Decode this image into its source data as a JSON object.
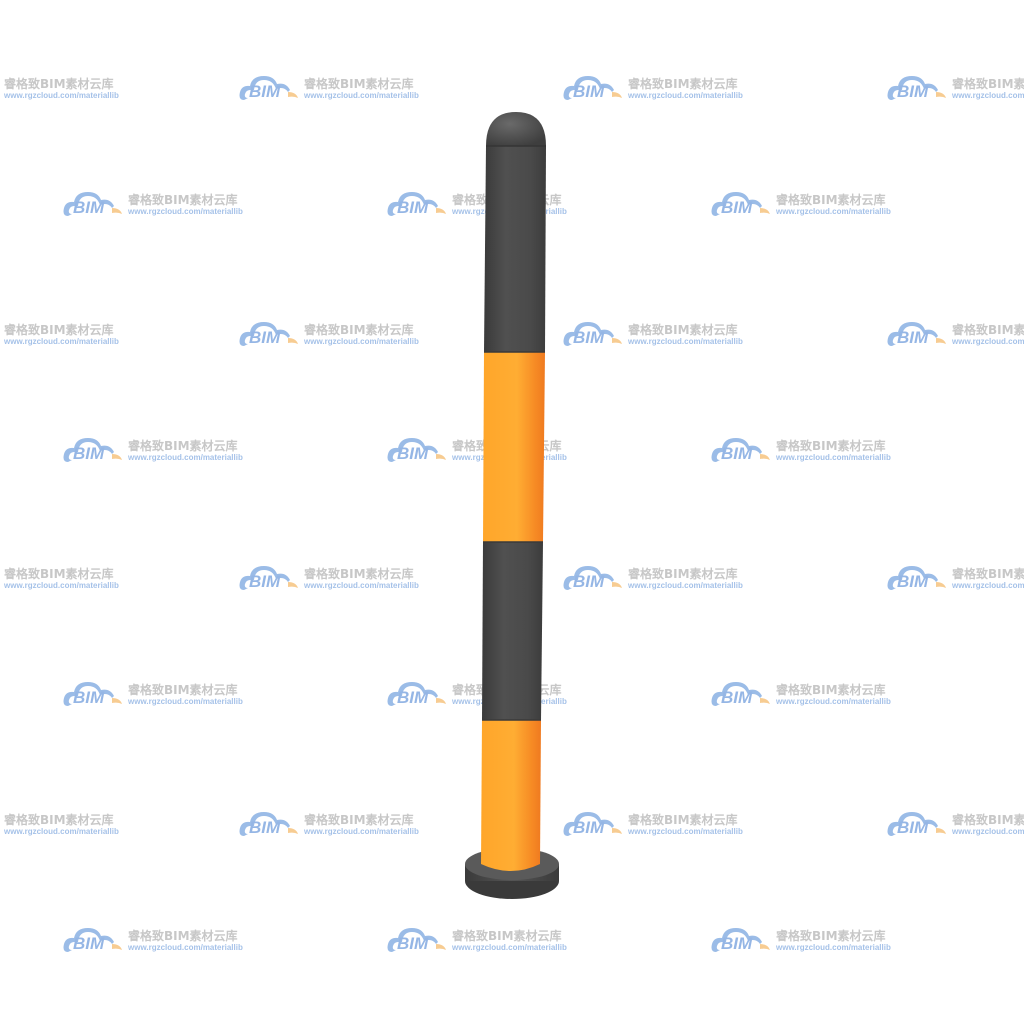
{
  "watermark": {
    "logo_text": "BIM",
    "title": "睿格致BIM素材云库",
    "url": "www.rgzcloud.com/materiallib"
  },
  "colors": {
    "background": "#ffffff",
    "bollard_dark": "#4a4a4a",
    "bollard_orange": "#ffa529",
    "watermark_blue": "#4a86d4",
    "watermark_orange": "#f2a33a",
    "watermark_gray": "#9a9a9a"
  },
  "object": {
    "name": "traffic-bollard",
    "bands": [
      "dark",
      "orange",
      "dark",
      "orange"
    ]
  }
}
